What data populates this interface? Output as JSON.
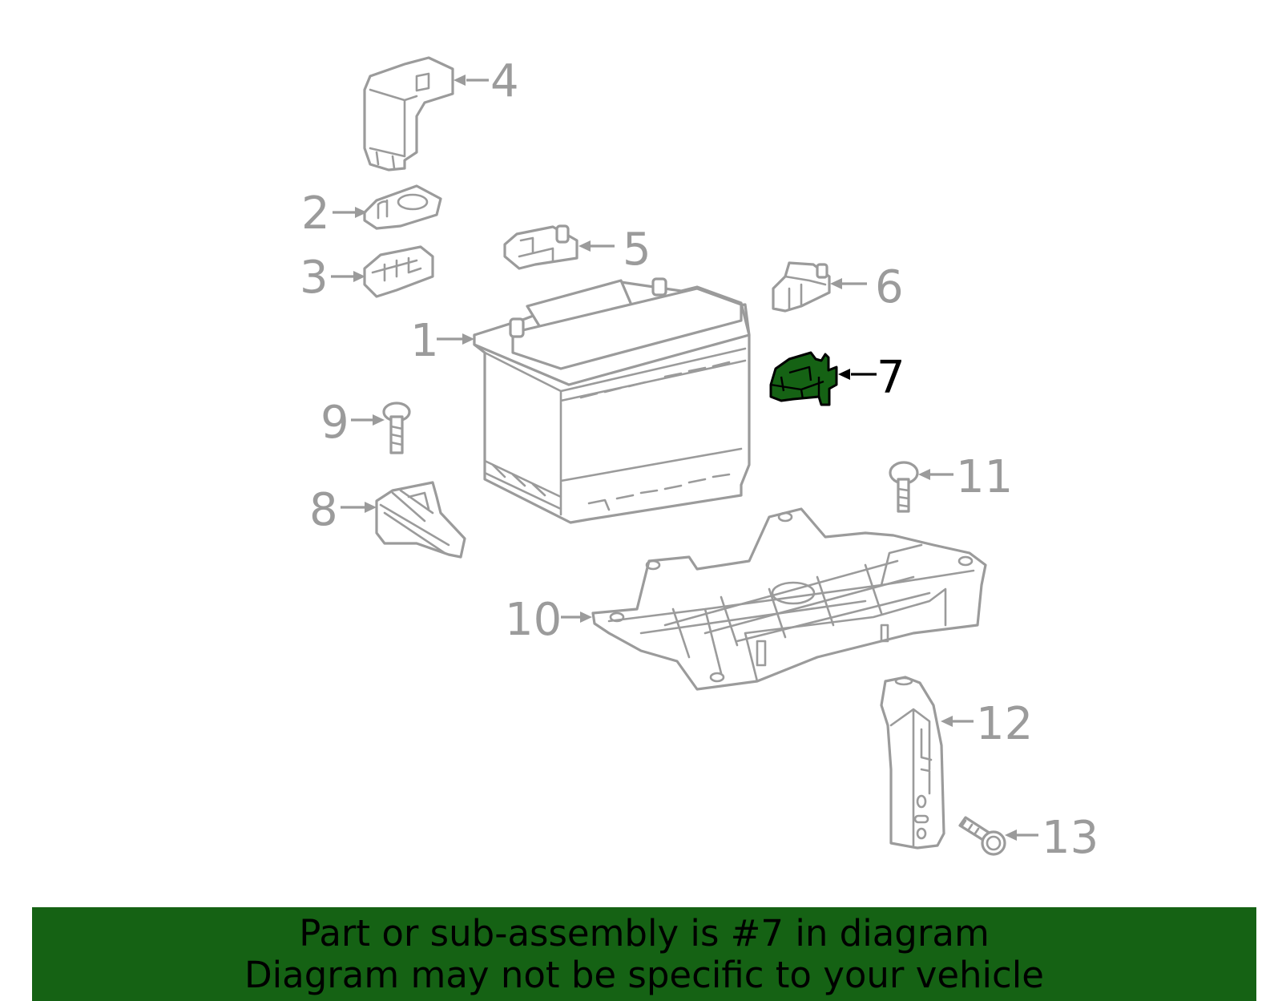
{
  "diagram": {
    "callouts": [
      "1",
      "2",
      "3",
      "4",
      "5",
      "6",
      "7",
      "8",
      "9",
      "10",
      "11",
      "12",
      "13"
    ],
    "selected_callout": "7",
    "highlight_color": "#156214",
    "line_color": "#9b9b9b"
  },
  "banner": {
    "line1": "Part or sub-assembly is #7 in diagram",
    "line2": "Diagram may not be specific to your vehicle",
    "background_color": "#156214"
  }
}
